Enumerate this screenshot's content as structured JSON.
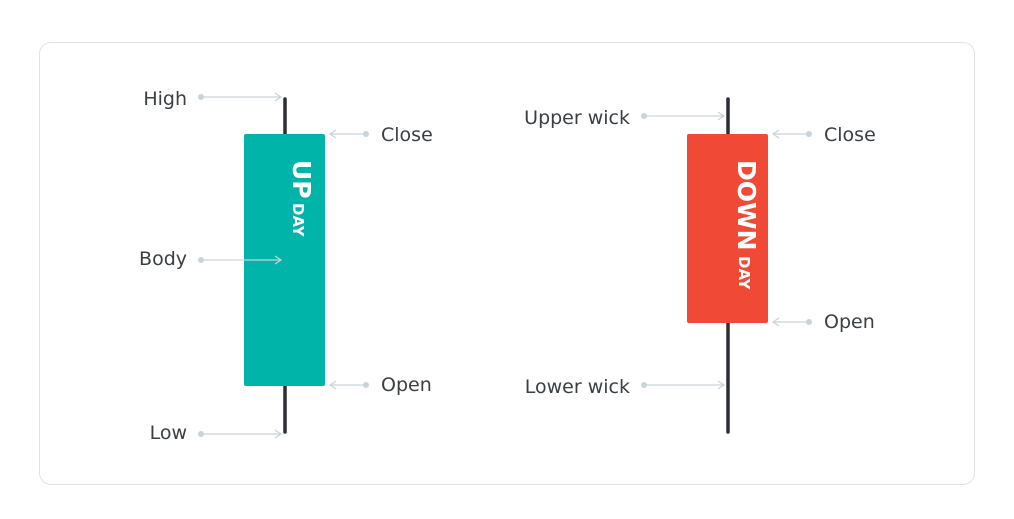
{
  "up_candle": {
    "title_big": "UP",
    "title_small": "DAY",
    "color": "#00b4a9",
    "labels": {
      "high": "High",
      "close": "Close",
      "body": "Body",
      "open": "Open",
      "low": "Low"
    }
  },
  "down_candle": {
    "title_big": "DOWN",
    "title_small": "DAY",
    "color": "#f04a36",
    "labels": {
      "upper_wick": "Upper wick",
      "close": "Close",
      "open": "Open",
      "lower_wick": "Lower wick"
    }
  }
}
